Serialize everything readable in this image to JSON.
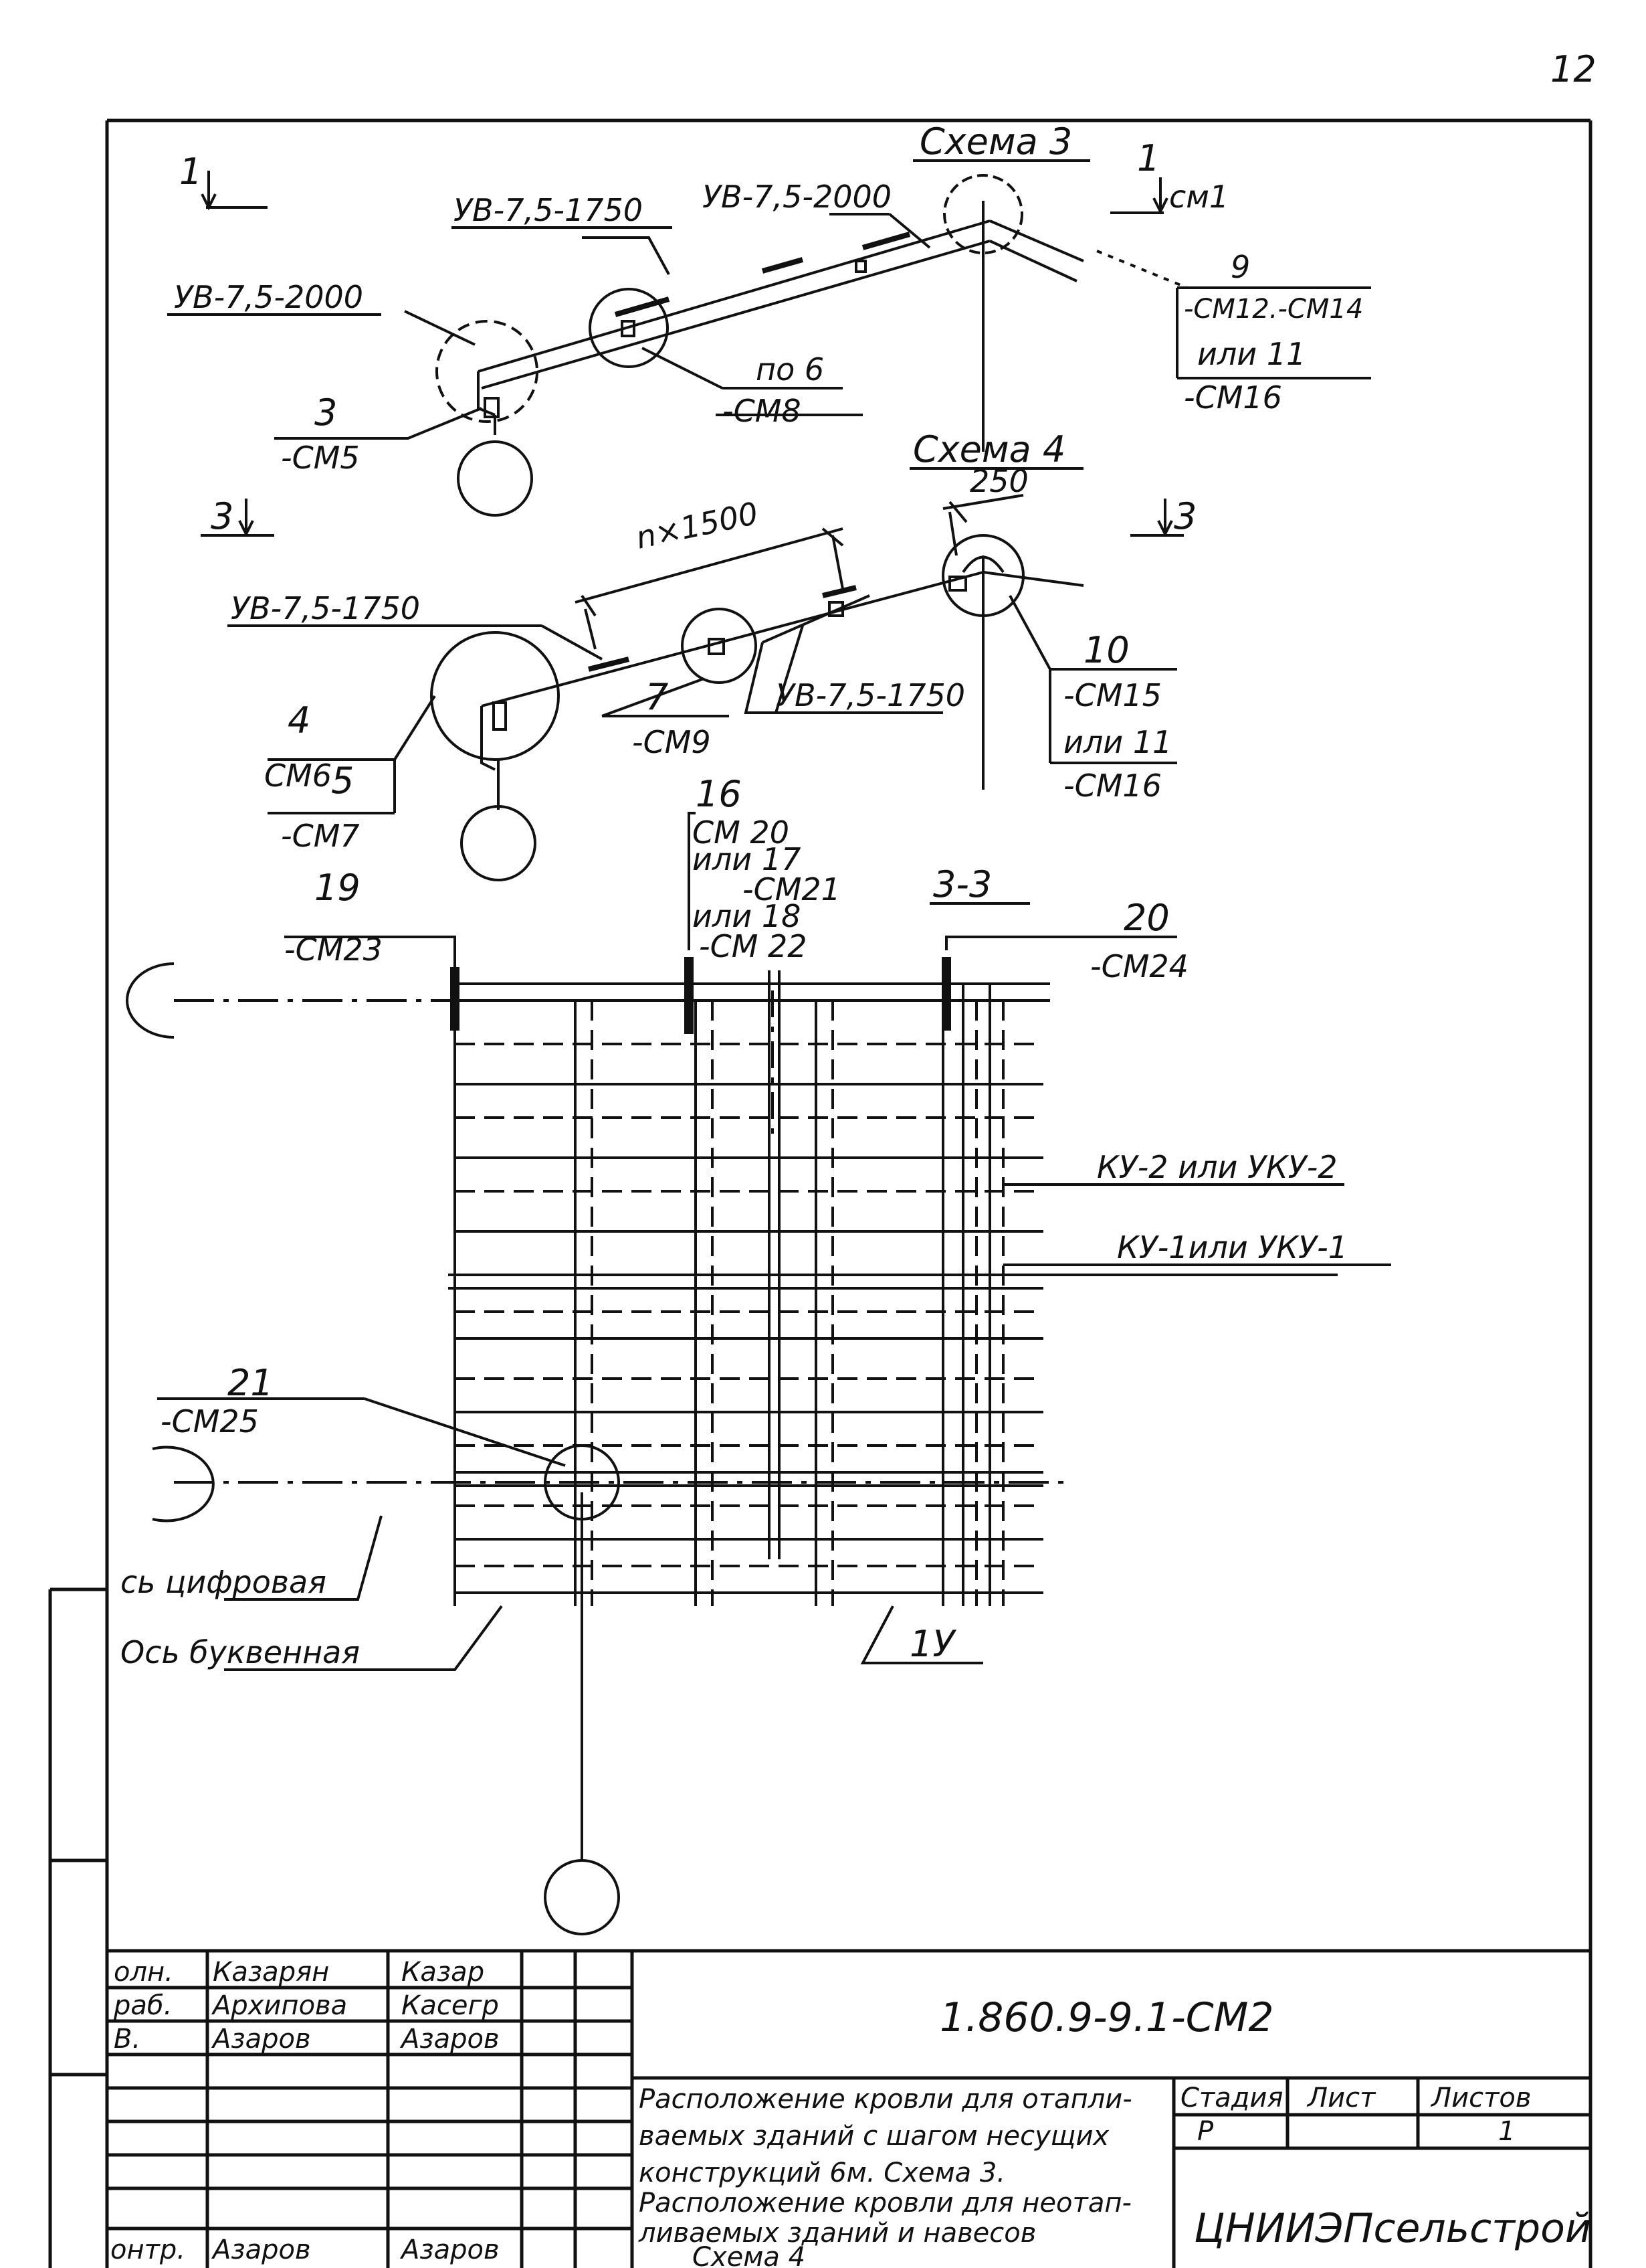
{
  "sheet_number": "12",
  "scheme3": {
    "title": "Схема 3",
    "label_uv2000_left": "УВ-7,5-2000",
    "label_uv1750": "УВ-7,5-1750",
    "label_uv2000_top": "УВ-7,5-2000",
    "cut_mark_left": "1",
    "cut_mark_right": "1",
    "cut_mark_right_sheet": "см1",
    "callout_3_num": "3",
    "callout_3_ref": "-СМ5",
    "callout_6_num": "по 6",
    "callout_6_ref": "-СМ8",
    "callout_9_num": "9",
    "callout_9_ref": "-СМ12.-СМ14",
    "callout_11_num": "или 11",
    "callout_11_ref": "-СМ16"
  },
  "scheme4": {
    "title": "Схема 4",
    "cut_mark_left": "3",
    "cut_mark_right": "3",
    "dim_span": "n×1500",
    "dim_250": "250",
    "label_uv1750_left": "УВ-7,5-1750",
    "label_uv1750_mid": "УВ-7,5-1750",
    "callout_4_num": "4",
    "callout_4_ref": "СМ6",
    "callout_5_num": "5",
    "callout_5_ref": "-СМ7",
    "callout_7_num": "7",
    "callout_7_ref": "-СМ9",
    "callout_10_num": "10",
    "callout_10_ref": "-СМ15",
    "callout_11_num": "или 11",
    "callout_11_ref": "-СМ16"
  },
  "plan": {
    "section_label": "3-3",
    "callout_16_num": "16",
    "callout_16_ref": "СМ 20",
    "callout_17_num": "или 17",
    "callout_17_ref": "-СМ21",
    "callout_18_num": "или 18",
    "callout_18_ref": "-СМ 22",
    "callout_19_num": "19",
    "callout_19_ref": "-СМ23",
    "callout_20_num": "20",
    "callout_20_ref": "-СМ24",
    "callout_21_num": "21",
    "callout_21_ref": "-СМ25",
    "label_ku2": "КУ-2 или УКУ-2",
    "label_ku1": "КУ-1или УКУ-1",
    "label_1u": "1У",
    "axis_digital": "сь цифровая",
    "axis_letter": "Ось буквенная"
  },
  "title_block": {
    "roles": [
      "олн.",
      "раб.",
      "В.",
      "",
      "",
      "",
      "",
      "онтр."
    ],
    "names": [
      "Казарян",
      "Архипова",
      "Азаров",
      "",
      "",
      "",
      "",
      "Азаров"
    ],
    "signatures": [
      "Казар",
      "Касегр",
      "Азаров",
      "",
      "",
      "",
      "",
      "Азаров"
    ],
    "document_code": "1.860.9-9.1-СМ2",
    "title_lines": [
      "Расположение кровли для отапли-",
      "ваемых зданий с шагом несущих",
      "конструкций 6м. Схема 3.",
      "Расположение кровли для неотап-",
      "ливаемых зданий и навесов",
      "Схема 4"
    ],
    "stage_header": "Стадия",
    "sheet_header": "Лист",
    "sheets_header": "Листов",
    "stage_value": "Р",
    "sheet_value": "",
    "sheets_value": "1",
    "organization": "ЦНИИЭПсельстрой"
  }
}
